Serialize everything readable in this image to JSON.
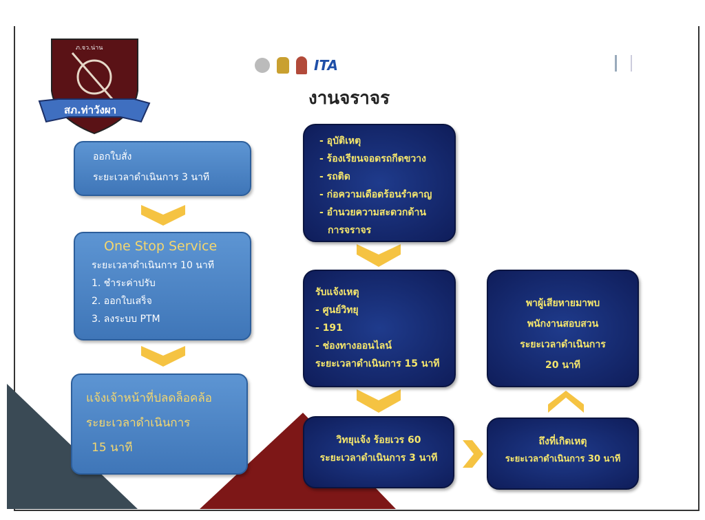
{
  "logo": {
    "top_text": "ภ.จว.น่าน",
    "ribbon_text": "สภ.ท่าวังผา"
  },
  "header": {
    "partner_logo_text": "ITA",
    "title": "งานจราจร"
  },
  "left": {
    "box1": [
      "ออกใบสั่ง",
      "ระยะเวลาดำเนินการ 3 นาที"
    ],
    "box2": {
      "heading": "One Stop Service",
      "lines": [
        "ระยะเวลาดำเนินการ 10 นาที",
        "1. ชำระค่าปรับ",
        "2. ออกใบเสร็จ",
        "3. ลงระบบ PTM"
      ]
    },
    "box3": [
      "แจ้งเจ้าหน้าที่ปลดล็อคล้อ",
      "ระยะเวลาดำเนินการ",
      "15 นาที"
    ]
  },
  "center": {
    "box1": [
      "- อุบัติเหตุ",
      "- ร้องเรียนจอดรถกีดขวาง",
      "- รถติด",
      "- ก่อความเดือดร้อนรำคาญ",
      "- อำนวยความสะดวกด้าน",
      "การจราจร"
    ],
    "box2": [
      "รับแจ้งเหตุ",
      "- ศูนย์วิทยุ",
      "- 191",
      "- ช่องทางออนไลน์",
      "ระยะเวลาดำเนินการ 15 นาที"
    ],
    "box3": [
      "วิทยุแจ้ง ร้อยเวร 60",
      "ระยะเวลาดำเนินการ 3 นาที"
    ]
  },
  "right": {
    "box_bottom": [
      "ถึงที่เกิดเหตุ",
      "ระยะเวลาดำเนินการ 30 นาที"
    ],
    "box_top": [
      "พาผู้เสียหายมาพบ",
      "พนักงานสอบสวน",
      "ระยะเวลาดำเนินการ",
      "20 นาที"
    ]
  },
  "colors": {
    "light_box": "#4f86c6",
    "dark_box": "#13246b",
    "accent": "#f5c342",
    "text_yellow": "#f5e66c"
  }
}
